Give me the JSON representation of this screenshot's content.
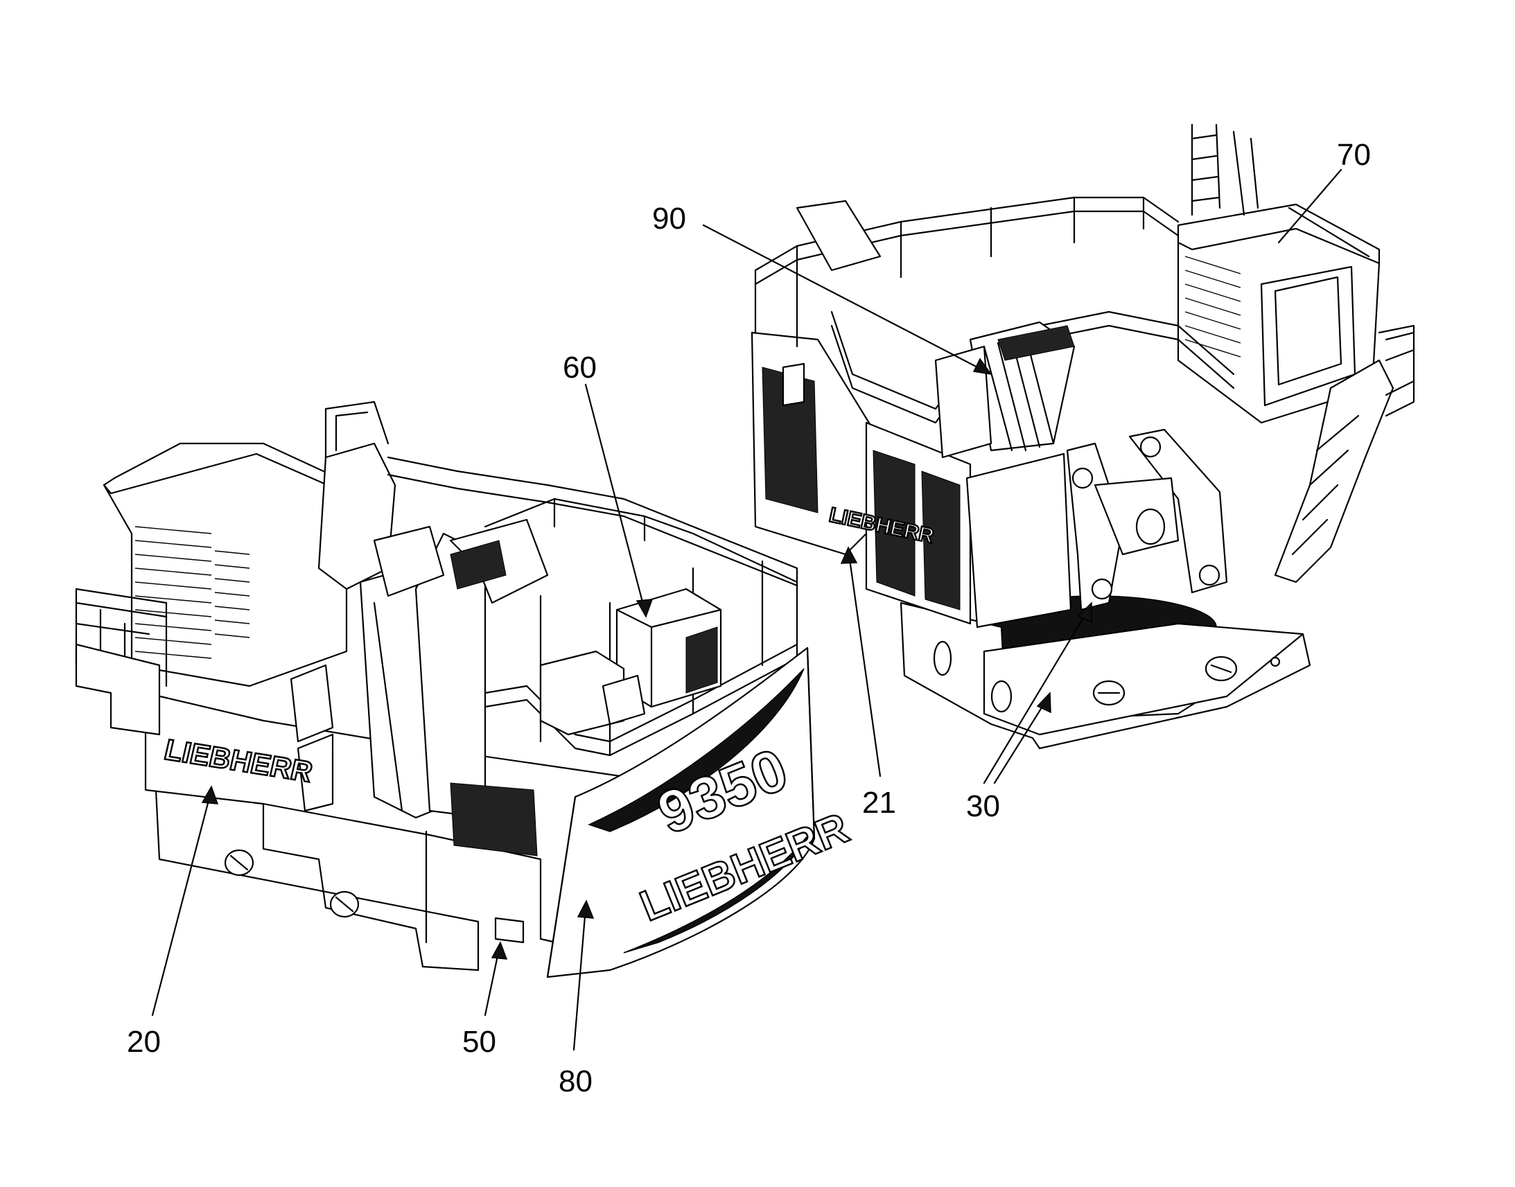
{
  "figure": {
    "machine_left": {
      "brand_side": "LIEBHERR",
      "brand_rear": "LIEBHERR",
      "model": "9350"
    },
    "machine_right": {
      "brand_side": "LIEBHERR"
    },
    "reference_numerals": {
      "r20": "20",
      "r21": "21",
      "r30": "30",
      "r50": "50",
      "r60": "60",
      "r70": "70",
      "r80": "80",
      "r90": "90"
    }
  }
}
